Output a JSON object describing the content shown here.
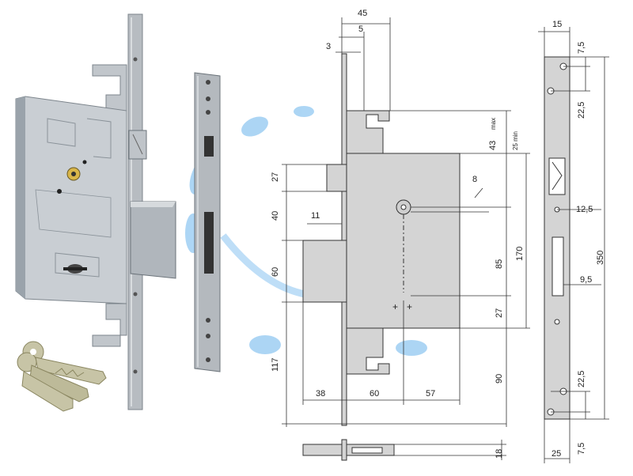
{
  "dimensions": {
    "top_45": "45",
    "top_5": "5",
    "top_3": "3",
    "left_27": "27",
    "left_40": "40",
    "left_11": "11",
    "left_60": "60",
    "left_117": "117",
    "bottom_38": "38",
    "bottom_60": "60",
    "bottom_57": "57",
    "right_43": "43",
    "right_max": "max",
    "right_25min": "25 min",
    "right_8": "8",
    "right_170": "170",
    "right_85": "85",
    "right_27": "27",
    "right_90": "90",
    "side_18": "18",
    "plate_15": "15",
    "plate_7_5_top": "7,5",
    "plate_22_5_top": "22,5",
    "plate_12_5": "12,5",
    "plate_350": "350",
    "plate_9_5": "9,5",
    "plate_22_5_bottom": "22,5",
    "plate_25": "25",
    "plate_7_5_bottom": "7,5"
  },
  "colors": {
    "lock_body": "#c9ced3",
    "lock_shade": "#9aa3ab",
    "steel": "#b7bcc1",
    "drawing_fill": "#d4d4d4",
    "drawing_line": "#333333",
    "watermark": "#5aa9e6"
  }
}
